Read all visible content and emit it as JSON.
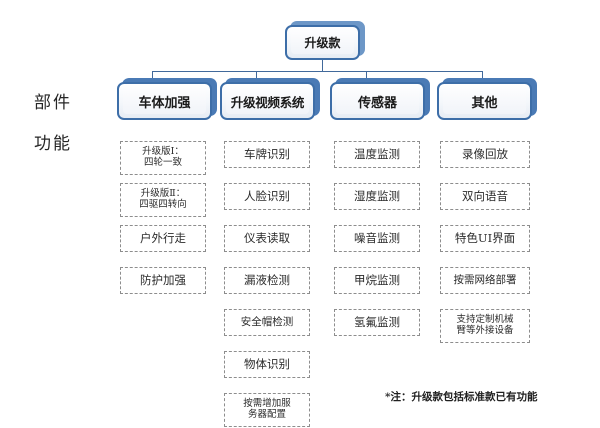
{
  "diagram": {
    "root": {
      "label": "升级款"
    },
    "row_labels": {
      "parts": "部件",
      "functions": "功能"
    },
    "footnote": "*注：升级款包括标准款已有功能",
    "columns": [
      {
        "header": "车体加强",
        "items": [
          {
            "text": "升级版Ⅰ：\n四轮一致",
            "size": "small"
          },
          {
            "text": "升级版Ⅱ：\n四驱四转向",
            "size": "small"
          },
          {
            "text": "户外行走",
            "size": "normal"
          },
          {
            "text": "防护加强",
            "size": "normal"
          }
        ]
      },
      {
        "header": "升级视频系统",
        "items": [
          {
            "text": "车牌识别",
            "size": "normal"
          },
          {
            "text": "人脸识别",
            "size": "normal"
          },
          {
            "text": "仪表读取",
            "size": "normal"
          },
          {
            "text": "漏液检测",
            "size": "normal"
          },
          {
            "text": "安全帽检测",
            "size": "mid"
          },
          {
            "text": "物体识别",
            "size": "normal"
          },
          {
            "text": "按需增加服\n务器配置",
            "size": "small"
          }
        ]
      },
      {
        "header": "传感器",
        "items": [
          {
            "text": "温度监测",
            "size": "normal"
          },
          {
            "text": "湿度监测",
            "size": "normal"
          },
          {
            "text": "噪音监测",
            "size": "normal"
          },
          {
            "text": "甲烷监测",
            "size": "normal"
          },
          {
            "text": "氢氟监测",
            "size": "normal"
          }
        ]
      },
      {
        "header": "其他",
        "items": [
          {
            "text": "录像回放",
            "size": "normal"
          },
          {
            "text": "双向语音",
            "size": "normal"
          },
          {
            "text": "特色UI界面",
            "size": "normal"
          },
          {
            "text": "按需网络部署",
            "size": "mid"
          },
          {
            "text": "支持定制机械\n臂等外接设备",
            "size": "small"
          }
        ]
      }
    ],
    "colors": {
      "node_border": "#3d6ea8",
      "node_shadow": "#4a7ab5",
      "connector": "#41699b",
      "leaf_border": "#8d8d8d",
      "text": "#1a1a1a",
      "background": "#ffffff"
    }
  }
}
